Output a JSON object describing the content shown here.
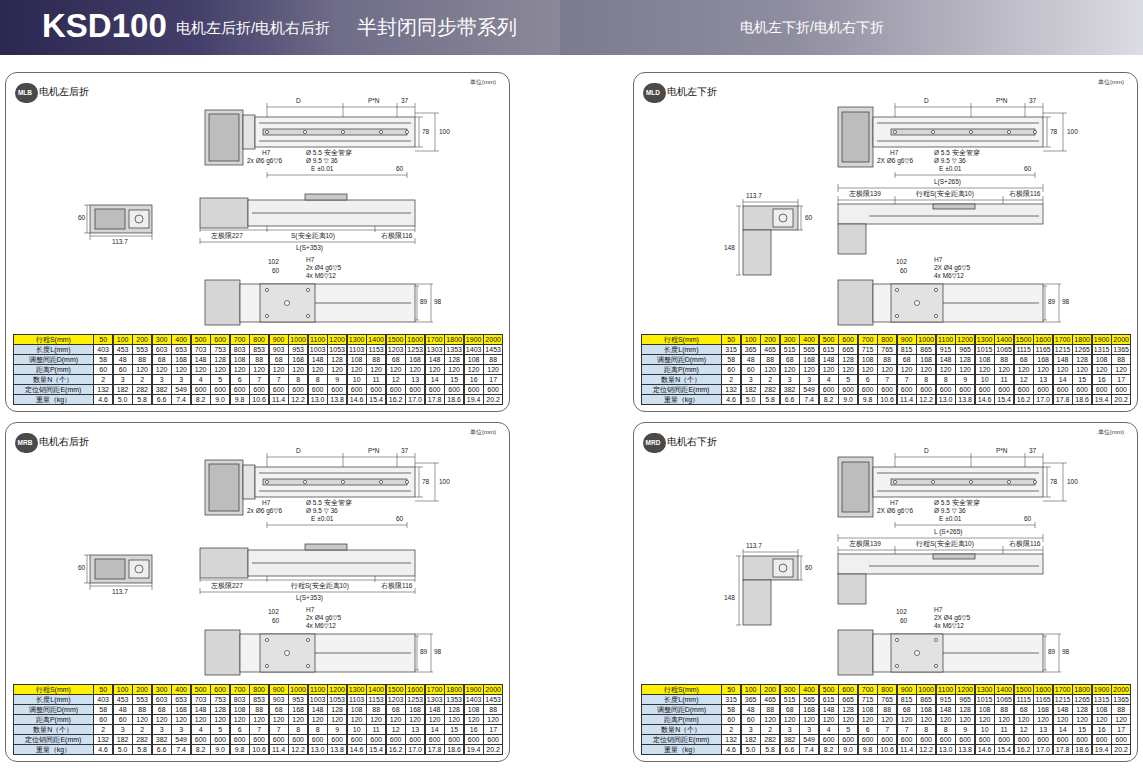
{
  "diagram": {
    "nodes": [
      {
        "text": [
          "KSD100",
          "电机左后折/电机右后折",
          "半封闭同步带系列"
        ]
      },
      {
        "text": [
          "电机左下折/电机右下折"
        ]
      },
      {
        "text": [
          "电机左后折"
        ]
      },
      {
        "text": [
          "MLB"
        ],
        "in": 2
      },
      {
        "text": [
          "电机左下折"
        ]
      },
      {
        "text": [
          "MLD"
        ],
        "in": 4
      },
      {
        "text": [
          "电机右后折"
        ]
      },
      {
        "text": [
          "MRB"
        ],
        "in": 6
      },
      {
        "text": [
          "电机右下折"
        ]
      },
      {
        "text": [
          "MRD"
        ],
        "in": 8
      }
    ],
    "labels": [
      "单位(mm)",
      "D",
      "P*N",
      "37",
      "78",
      "100",
      "H7",
      "2x Ø6 g6▽6",
      "Ø 5.5 安全管穿",
      "Ø 9.5 ▽ 36",
      "E ±0.01",
      "60",
      "60",
      "113.7",
      "左极限227",
      "S(安全距离10)",
      "右极限116",
      "L(S+353)",
      "102",
      "60",
      "H7",
      "2x Ø4 g6▽5",
      "4x M6▽12",
      "89",
      "98",
      "行程S(mm)",
      "50",
      "100",
      "200",
      "300",
      "400",
      "500",
      "600",
      "700",
      "800",
      "900",
      "1000",
      "1100",
      "1200",
      "1300",
      "1400",
      "1500",
      "1600",
      "1700",
      "1800",
      "1900",
      "2000",
      "长度L(mm)",
      "403",
      "453",
      "553",
      "603",
      "653",
      "703",
      "753",
      "803",
      "853",
      "903",
      "953",
      "1003",
      "1053",
      "1103",
      "1153",
      "1203",
      "1253",
      "1303",
      "1353",
      "1403",
      "1453",
      "调整间距D(mm)",
      "58",
      "48",
      "88",
      "68",
      "168",
      "148",
      "128",
      "108",
      "88",
      "68",
      "168",
      "148",
      "128",
      "108",
      "88",
      "68",
      "168",
      "148",
      "128",
      "108",
      "88",
      "距离P(mm)",
      "60",
      "60",
      "120",
      "120",
      "120",
      "120",
      "120",
      "120",
      "120",
      "120",
      "120",
      "120",
      "120",
      "120",
      "120",
      "120",
      "120",
      "120",
      "120",
      "120",
      "120",
      "数量N（个）",
      "2",
      "3",
      "2",
      "3",
      "3",
      "4",
      "5",
      "6",
      "7",
      "7",
      "8",
      "8",
      "9",
      "10",
      "11",
      "12",
      "13",
      "14",
      "15",
      "16",
      "17",
      "定位销间距E(mm)",
      "132",
      "182",
      "282",
      "382",
      "549",
      "600",
      "600",
      "600",
      "600",
      "600",
      "600",
      "600",
      "600",
      "600",
      "600",
      "600",
      "600",
      "600",
      "600",
      "600",
      "600",
      "重量（kg）",
      "4.6",
      "5.0",
      "5.8",
      "6.6",
      "7.4",
      "8.2",
      "9.0",
      "9.8",
      "10.6",
      "11.4",
      "12.2",
      "13.0",
      "13.8",
      "14.6",
      "15.4",
      "16.2",
      "17.0",
      "17.8",
      "18.6",
      "19.4",
      "20.2",
      "单位(mm)",
      "D",
      "P*N",
      "37",
      "78",
      "100",
      "H7",
      "2X Ø6 g6▽6",
      "Ø 5.5 安全管穿",
      "Ø 9.5 ▽ 36",
      "E ±0.01",
      "60",
      "L(S+265)",
      "左极限139",
      "行程S(安全距离10)",
      "右极限116",
      "113.7",
      "60",
      "148",
      "102",
      "60",
      "H7",
      "2X Ø4 g6▽5",
      "4x M6▽12",
      "89",
      "98",
      "行程S(mm)",
      "50",
      "100",
      "200",
      "300",
      "400",
      "500",
      "600",
      "700",
      "800",
      "900",
      "1000",
      "1100",
      "1200",
      "1300",
      "1400",
      "1500",
      "1600",
      "1700",
      "1800",
      "1900",
      "2000",
      "长度L(mm)",
      "315",
      "365",
      "465",
      "515",
      "565",
      "615",
      "665",
      "715",
      "765",
      "815",
      "865",
      "915",
      "965",
      "1015",
      "1065",
      "1115",
      "1165",
      "1215",
      "1265",
      "1315",
      "1365",
      "调整间距D(mm)",
      "58",
      "48",
      "88",
      "68",
      "168",
      "148",
      "128",
      "108",
      "88",
      "68",
      "168",
      "148",
      "128",
      "108",
      "88",
      "68",
      "168",
      "148",
      "128",
      "108",
      "88",
      "距离P(mm)",
      "60",
      "60",
      "120",
      "120",
      "120",
      "120",
      "120",
      "120",
      "120",
      "120",
      "120",
      "120",
      "120",
      "120",
      "120",
      "120",
      "120",
      "120",
      "120",
      "120",
      "120",
      "数量N（个）",
      "2",
      "3",
      "2",
      "3",
      "3",
      "4",
      "5",
      "6",
      "7",
      "7",
      "8",
      "8",
      "9",
      "10",
      "11",
      "12",
      "13",
      "14",
      "15",
      "16",
      "17",
      "定位销间距E(mm)",
      "132",
      "182",
      "282",
      "382",
      "549",
      "600",
      "600",
      "600",
      "600",
      "600",
      "600",
      "600",
      "600",
      "600",
      "600",
      "600",
      "600",
      "600",
      "600",
      "600",
      "600",
      "重量（kg）",
      "4.6",
      "5.0",
      "5.8",
      "6.6",
      "7.4",
      "8.2",
      "9.0",
      "9.8",
      "10.6",
      "11.4",
      "12.2",
      "13.0",
      "13.8",
      "14.6",
      "15.4",
      "16.2",
      "17.0",
      "17.8",
      "18.6",
      "19.4",
      "20.2",
      "单位(mm)",
      "D",
      "P*N",
      "37",
      "78",
      "100",
      "H7",
      "2x Ø6 g6▽6",
      "Ø 5.5 安全管穿",
      "Ø 9.5 ▽ 36",
      "E ±0.01",
      "60",
      "60",
      "113.7",
      "左极限227",
      "行程S(安全距离10)",
      "右极限116",
      "L(S+353)",
      "102",
      "60",
      "H7",
      "2x Ø4 g6▽5",
      "4x M6▽12",
      "89",
      "98",
      "行程S(mm)",
      "50",
      "100",
      "200",
      "300",
      "400",
      "500",
      "600",
      "700",
      "800",
      "900",
      "1000",
      "1100",
      "1200",
      "1300",
      "1400",
      "1500",
      "1600",
      "1700",
      "1800",
      "1900",
      "2000",
      "长度L(mm)",
      "403",
      "453",
      "553",
      "603",
      "653",
      "703",
      "753",
      "803",
      "853",
      "903",
      "953",
      "1003",
      "1053",
      "1103",
      "1153",
      "1203",
      "1253",
      "1303",
      "1353",
      "1403",
      "1453",
      "调整间距D(mm)",
      "58",
      "48",
      "88",
      "68",
      "168",
      "148",
      "128",
      "108",
      "88",
      "68",
      "168",
      "148",
      "128",
      "108",
      "88",
      "68",
      "168",
      "148",
      "128",
      "108",
      "88",
      "距离P(mm)",
      "60",
      "60",
      "120",
      "120",
      "120",
      "120",
      "120",
      "120",
      "120",
      "120",
      "120",
      "120",
      "120",
      "120",
      "120",
      "120",
      "120",
      "120",
      "120",
      "120",
      "120",
      "数量N（个）",
      "2",
      "3",
      "2",
      "3",
      "3",
      "4",
      "5",
      "6",
      "7",
      "7",
      "8",
      "8",
      "9",
      "10",
      "11",
      "12",
      "13",
      "14",
      "15",
      "16",
      "17",
      "定位销间距E(mm)",
      "132",
      "182",
      "282",
      "382",
      "549",
      "600",
      "600",
      "600",
      "600",
      "600",
      "600",
      "600",
      "600",
      "600",
      "600",
      "600",
      "600",
      "600",
      "600",
      "600",
      "600",
      "重量（kg）",
      "4.6",
      "5.0",
      "5.8",
      "6.6",
      "7.4",
      "8.2",
      "9.0",
      "9.8",
      "10.6",
      "11.4",
      "12.2",
      "13.0",
      "13.8",
      "14.6",
      "15.4",
      "16.2",
      "17.0",
      "17.8",
      "18.6",
      "19.4",
      "20.2",
      "单位(mm)",
      "D",
      "P*N",
      "37",
      "78",
      "100",
      "H7",
      "2X Ø6 g6▽6",
      "Ø 5.5 安全管穿",
      "Ø 9.5 ▽ 36",
      "E ±0.01",
      "60",
      "L (S+265)",
      "左极限139",
      "行程S(安全距离10)",
      "右极限116",
      "113.7",
      "60",
      "148",
      "102",
      "60",
      "H7",
      "2X Ø4 g6▽5",
      "4x M6▽12",
      "89",
      "98",
      "行程S(mm)",
      "50",
      "100",
      "200",
      "300",
      "400",
      "500",
      "600",
      "700",
      "800",
      "900",
      "1000",
      "1100",
      "1200",
      "1300",
      "1400",
      "1500",
      "1600",
      "1700",
      "1800",
      "1900",
      "2000",
      "长度L(mm)",
      "315",
      "365",
      "465",
      "515",
      "565",
      "615",
      "665",
      "715",
      "765",
      "815",
      "865",
      "915",
      "965",
      "1015",
      "1065",
      "1115",
      "1165",
      "1215",
      "1265",
      "1315",
      "1365",
      "调整间距D(mm)",
      "58",
      "48",
      "88",
      "68",
      "168",
      "148",
      "128",
      "108",
      "88",
      "68",
      "168",
      "148",
      "128",
      "108",
      "88",
      "68",
      "168",
      "148",
      "128",
      "108",
      "88",
      "距离P(mm)",
      "60",
      "60",
      "120",
      "120",
      "120",
      "120",
      "120",
      "120",
      "120",
      "120",
      "120",
      "120",
      "120",
      "120",
      "120",
      "120",
      "120",
      "120",
      "120",
      "120",
      "120",
      "数量N（个）",
      "2",
      "3",
      "2",
      "3",
      "3",
      "4",
      "5",
      "6",
      "7",
      "7",
      "8",
      "8",
      "9",
      "10",
      "11",
      "12",
      "13",
      "14",
      "15",
      "16",
      "17",
      "定位销间距E(mm)",
      "132",
      "182",
      "282",
      "382",
      "549",
      "600",
      "600",
      "600",
      "600",
      "600",
      "600",
      "600",
      "600",
      "600",
      "600",
      "600",
      "600",
      "600",
      "600",
      "600",
      "600",
      "重量（kg）",
      "4.6",
      "5.0",
      "5.8",
      "6.6",
      "7.4",
      "8.2",
      "9.0",
      "9.8",
      "10.6",
      "11.4",
      "12.2",
      "13.0",
      "13.8",
      "14.6",
      "15.4",
      "16.2",
      "17.0",
      "17.8",
      "18.6",
      "19.4",
      "20.2"
    ]
  }
}
